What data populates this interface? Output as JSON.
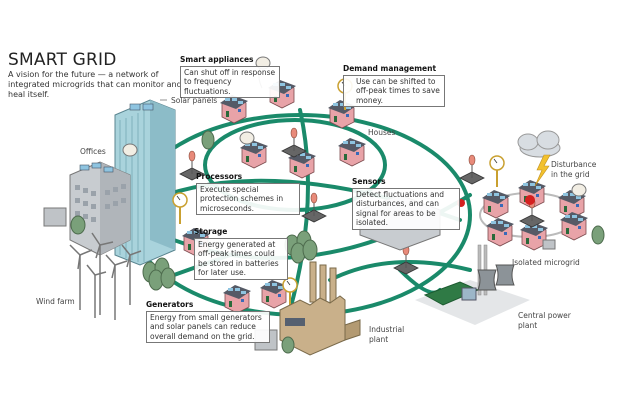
{
  "header": {
    "title": "SMART GRID",
    "subtitle": "A vision for the future — a network of integrated microgrids that can monitor and heal itself."
  },
  "callouts": {
    "smart_appliances": {
      "heading": "Smart appliances",
      "text": "Can shut off in response to frequency fluctuations."
    },
    "demand_management": {
      "heading": "Demand management",
      "text": "Use can be shifted to off-peak times to save money."
    },
    "processors": {
      "heading": "Processors",
      "text": "Execute special protection schemes in microseconds."
    },
    "sensors": {
      "heading": "Sensors",
      "text": "Detect fluctuations and disturbances, and can signal for areas to be isolated."
    },
    "storage": {
      "heading": "Storage",
      "text": "Energy generated at off-peak times could be stored in batteries for later use."
    },
    "generators": {
      "heading": "Generators",
      "text": "Energy from small generators and solar panels can reduce overall demand on the grid."
    }
  },
  "labels": {
    "solar_panels": "Solar panels",
    "offices": "Offices",
    "houses": "Houses",
    "disturbance": "Disturbance in the grid",
    "isolated_microgrid": "Isolated microgrid",
    "wind_farm": "Wind farm",
    "industrial_plant": "Industrial plant",
    "central_power_plant": "Central power plant"
  },
  "colors": {
    "grid_line": "#1a8a6a",
    "house_wall": "#e8a3a8",
    "house_roof": "#555a66",
    "solar_panel": "#8ec4e0",
    "tower": "#a9d3dc",
    "building": "#c8ccd0",
    "battery": "#7aa07a",
    "factory": "#c9b08a",
    "power_plant_ground": "#2f7a45",
    "sensor_red": "#d42020",
    "lightning": "#f2c12e"
  }
}
